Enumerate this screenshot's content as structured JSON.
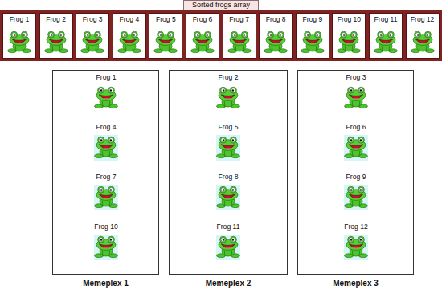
{
  "diagram": {
    "nodes": [
      {
        "text": [
          "Sorted frogs array"
        ]
      },
      {
        "text": [
          "Frog 1"
        ],
        "in": 0
      },
      {
        "text": [
          "Frog 2"
        ],
        "in": 0
      },
      {
        "text": [
          "Frog 3"
        ],
        "in": 0
      },
      {
        "text": [
          "Frog 4"
        ],
        "in": 0
      },
      {
        "text": [
          "Frog 5"
        ],
        "in": 0
      },
      {
        "text": [
          "Frog 6"
        ],
        "in": 0
      },
      {
        "text": [
          "Frog 7"
        ],
        "in": 0
      },
      {
        "text": [
          "Frog 8"
        ],
        "in": 0
      },
      {
        "text": [
          "Frog 9"
        ],
        "in": 0
      },
      {
        "text": [
          "Frog 10"
        ],
        "in": 0
      },
      {
        "text": [
          "Frog 11"
        ],
        "in": 0
      },
      {
        "text": [
          "Frog 12"
        ],
        "in": 0
      },
      {
        "text": [
          "Memeplex 1"
        ]
      },
      {
        "text": [
          "Frog 1"
        ],
        "in": 13
      },
      {
        "text": [
          "Frog 4"
        ],
        "in": 13
      },
      {
        "text": [
          "Frog 7"
        ],
        "in": 13
      },
      {
        "text": [
          "Frog 10"
        ],
        "in": 13
      },
      {
        "text": [
          "Memeplex 2"
        ]
      },
      {
        "text": [
          "Frog 2"
        ],
        "in": 18
      },
      {
        "text": [
          "Frog 5"
        ],
        "in": 18
      },
      {
        "text": [
          "Frog 8"
        ],
        "in": 18
      },
      {
        "text": [
          "Frog 11"
        ],
        "in": 18
      },
      {
        "text": [
          "Memeplex 3"
        ]
      },
      {
        "text": [
          "Frog 3"
        ],
        "in": 23
      },
      {
        "text": [
          "Frog 6"
        ],
        "in": 23
      },
      {
        "text": [
          "Frog 9"
        ],
        "in": 23
      },
      {
        "text": [
          "Frog 12"
        ],
        "in": 23
      }
    ]
  }
}
